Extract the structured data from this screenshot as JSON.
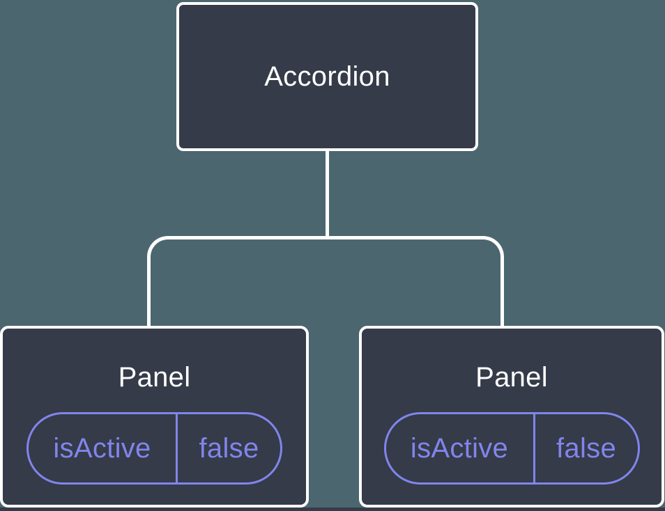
{
  "colors": {
    "background": "#4c6670",
    "node-fill": "#353b48",
    "node-border": "#ffffff",
    "title-text": "#ffffff",
    "accent": "#8185ec"
  },
  "tree": {
    "root": {
      "label": "Accordion"
    },
    "children": [
      {
        "label": "Panel",
        "prop": {
          "name": "isActive",
          "value": "false"
        }
      },
      {
        "label": "Panel",
        "prop": {
          "name": "isActive",
          "value": "false"
        }
      }
    ]
  }
}
